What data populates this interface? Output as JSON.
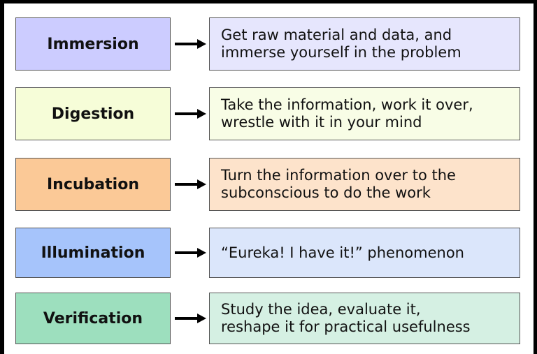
{
  "stages": [
    {
      "name": "Immersion",
      "description": "Get raw material and data, and\nimmerse yourself in the problem",
      "stage_color": "#ccccff",
      "desc_color": "#e6e6fd"
    },
    {
      "name": "Digestion",
      "description": "Take the information, work it over,\nwrestle with it in your mind",
      "stage_color": "#f6fdd8",
      "desc_color": "#f8fde6"
    },
    {
      "name": "Incubation",
      "description": "Turn the information over to the\nsubconscious to do the work",
      "stage_color": "#fbc997",
      "desc_color": "#fde3cb"
    },
    {
      "name": "Illumination",
      "description": "“Eureka! I have it!” phenomenon",
      "stage_color": "#a6c4fb",
      "desc_color": "#dbe6fb"
    },
    {
      "name": "Verification",
      "description": "Study the idea, evaluate it,\nreshape it for practical usefulness",
      "stage_color": "#9ddfbe",
      "desc_color": "#d5f0e3"
    }
  ]
}
